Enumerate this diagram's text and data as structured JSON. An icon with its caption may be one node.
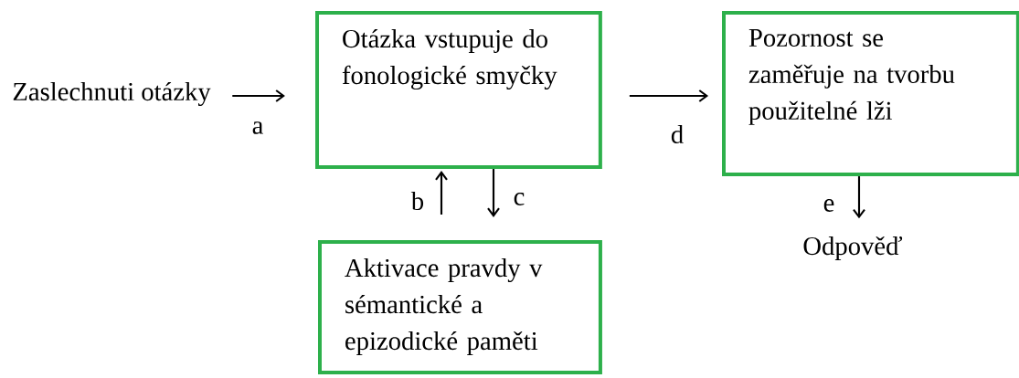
{
  "diagram": {
    "nodes": [
      {
        "text": [
          "Zaslechnuti otázky"
        ]
      },
      {
        "text": [
          "Otázka vstupuje do fonologické smyčky"
        ]
      },
      {
        "text": [
          "Aktivace pravdy v sémantické a epizodické paměti"
        ]
      },
      {
        "text": [
          "Pozornost se zaměřuje na tvorbu použitelné lži"
        ]
      },
      {
        "text": [
          "Odpověď"
        ]
      }
    ],
    "edges": [
      {
        "from": 0,
        "to": 1,
        "arrow": "to",
        "label": "a"
      },
      {
        "from": 2,
        "to": 1,
        "arrow": "to",
        "label": "b"
      },
      {
        "from": 1,
        "to": 2,
        "arrow": "to",
        "label": "c"
      },
      {
        "from": 1,
        "to": 3,
        "arrow": "to",
        "label": "d"
      },
      {
        "from": 3,
        "to": 4,
        "arrow": "to",
        "label": "e"
      }
    ]
  }
}
